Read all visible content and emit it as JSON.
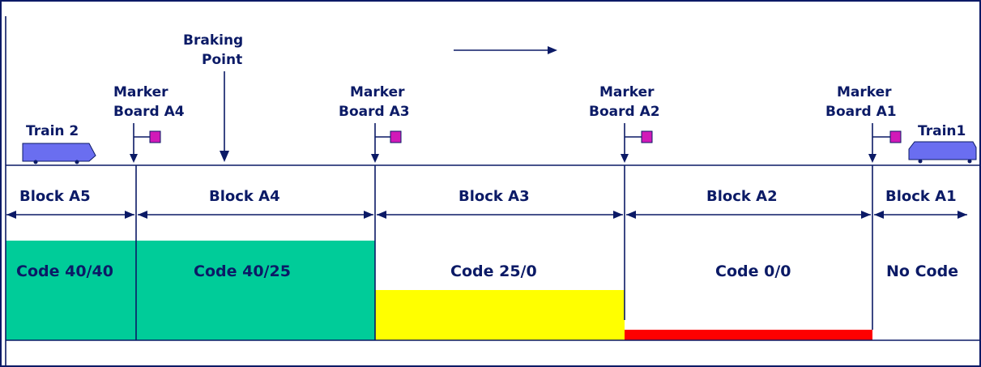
{
  "labels": {
    "braking_point_line1": "Braking",
    "braking_point_line2": "Point",
    "marker_line1": "Marker",
    "marker_a4": "Board A4",
    "marker_a3": "Board A3",
    "marker_a2": "Board A2",
    "marker_a1": "Board A1",
    "train_2": "Train 2",
    "train_1": "Train1"
  },
  "blocks": [
    {
      "name": "Block A5",
      "code": "Code 40/40",
      "code_color": "#00cc99",
      "code_level": "full"
    },
    {
      "name": "Block A4",
      "code": "Code 40/25",
      "code_color": "#00cc99",
      "code_level": "full"
    },
    {
      "name": "Block A3",
      "code": "Code 25/0",
      "code_color": "#ffff00",
      "code_level": "partial"
    },
    {
      "name": "Block A2",
      "code": "Code 0/0",
      "code_color": "#ff0000",
      "code_level": "minimal"
    },
    {
      "name": "Block A1",
      "code": "No Code",
      "code_color": "#ffffff",
      "code_level": "none"
    }
  ],
  "colors": {
    "line": "#0b1a66",
    "marker_sign": "#d11ab8",
    "train": "#6a6ef0"
  }
}
